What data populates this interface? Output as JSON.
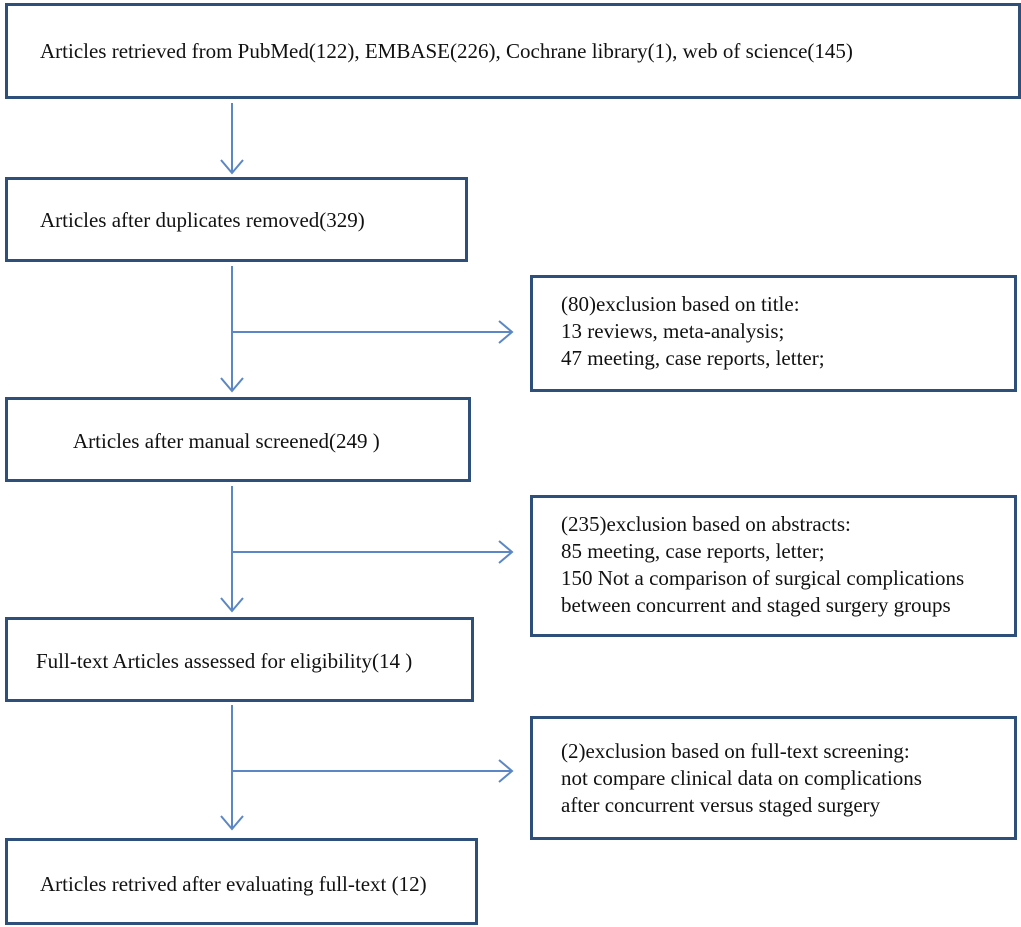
{
  "stages": {
    "retrieved": "Articles retrieved from PubMed(122), EMBASE(226),  Cochrane library(1), web of science(145)",
    "duplicates_removed": "Articles after duplicates removed(329)",
    "manual_screened": "Articles after manual screened(249 )",
    "full_text_assessed": "Full-text Articles assessed for eligibility(14 )",
    "final_retrived": "Articles retrived after evaluating full-text (12)"
  },
  "exclusions": {
    "title": {
      "lines": [
        "(80)exclusion based on title:",
        "13 reviews, meta-analysis;",
        "47 meeting, case reports, letter;"
      ]
    },
    "abstracts": {
      "lines": [
        "(235)exclusion based on abstracts:",
        "85 meeting, case reports, letter;",
        "150 Not a comparison of surgical complications",
        "between concurrent and staged surgery groups"
      ]
    },
    "full_text": {
      "lines": [
        "(2)exclusion based on full-text screening:",
        "not compare clinical data on complications",
        "after concurrent versus staged surgery"
      ]
    }
  },
  "colors": {
    "box_border": "#2e4f7a",
    "arrow": "#5b87c5"
  }
}
